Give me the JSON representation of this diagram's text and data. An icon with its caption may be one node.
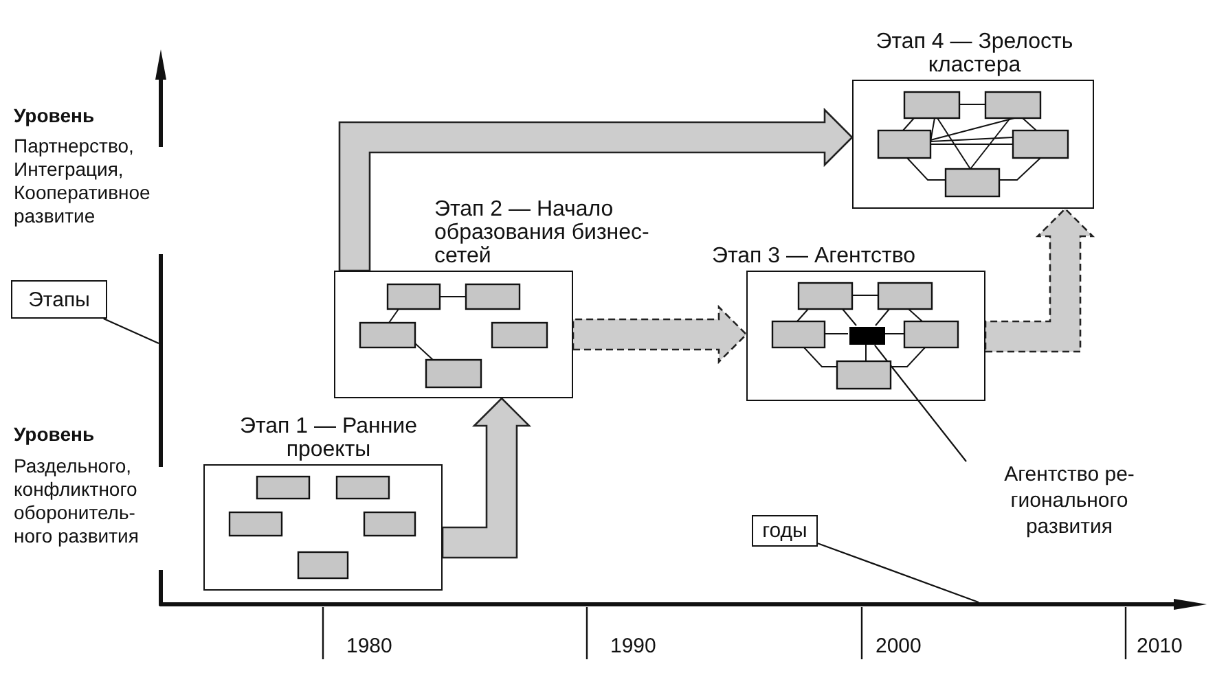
{
  "diagram": {
    "nodes": [
      {
        "text": [
          "Этап 1 — Ранние проекты"
        ]
      },
      {
        "text": [
          "Этап 2 — Начало образования бизнес-сетей"
        ]
      },
      {
        "text": [
          "Этап 3 — Агентство"
        ]
      },
      {
        "text": [
          "Этап 4 — Зрелость кластера"
        ]
      },
      {
        "text": [
          "Этапы"
        ]
      },
      {
        "text": [
          "годы"
        ]
      },
      {
        "text": [
          "Агентство ре- гионального развития"
        ]
      },
      {
        "text": [],
        "shape": "box",
        "in": 2
      },
      {
        "text": [],
        "shape": "line"
      },
      {
        "text": [],
        "shape": "line"
      }
    ],
    "edges": [
      {
        "from": 0,
        "to": 1,
        "arrow": "to",
        "style": "thick"
      },
      {
        "from": 1,
        "to": 3,
        "arrow": "to",
        "style": "thick"
      },
      {
        "from": 1,
        "to": 2,
        "arrow": "to",
        "style": "dashed"
      },
      {
        "from": 2,
        "to": 3,
        "arrow": "to",
        "style": "dashed"
      },
      {
        "from": 4,
        "to": 8,
        "arrow": "none"
      },
      {
        "from": 5,
        "to": 9,
        "arrow": "none"
      },
      {
        "from": 6,
        "to": 7,
        "arrow": "none"
      }
    ],
    "labels": [
      "Уровень",
      "Партнерство, Интеграция, Кооперативное развитие",
      "Уровень",
      "Раздельного, конфликтного оборонитель- ного развития",
      "1980",
      "1990",
      "2000",
      "2010"
    ]
  }
}
